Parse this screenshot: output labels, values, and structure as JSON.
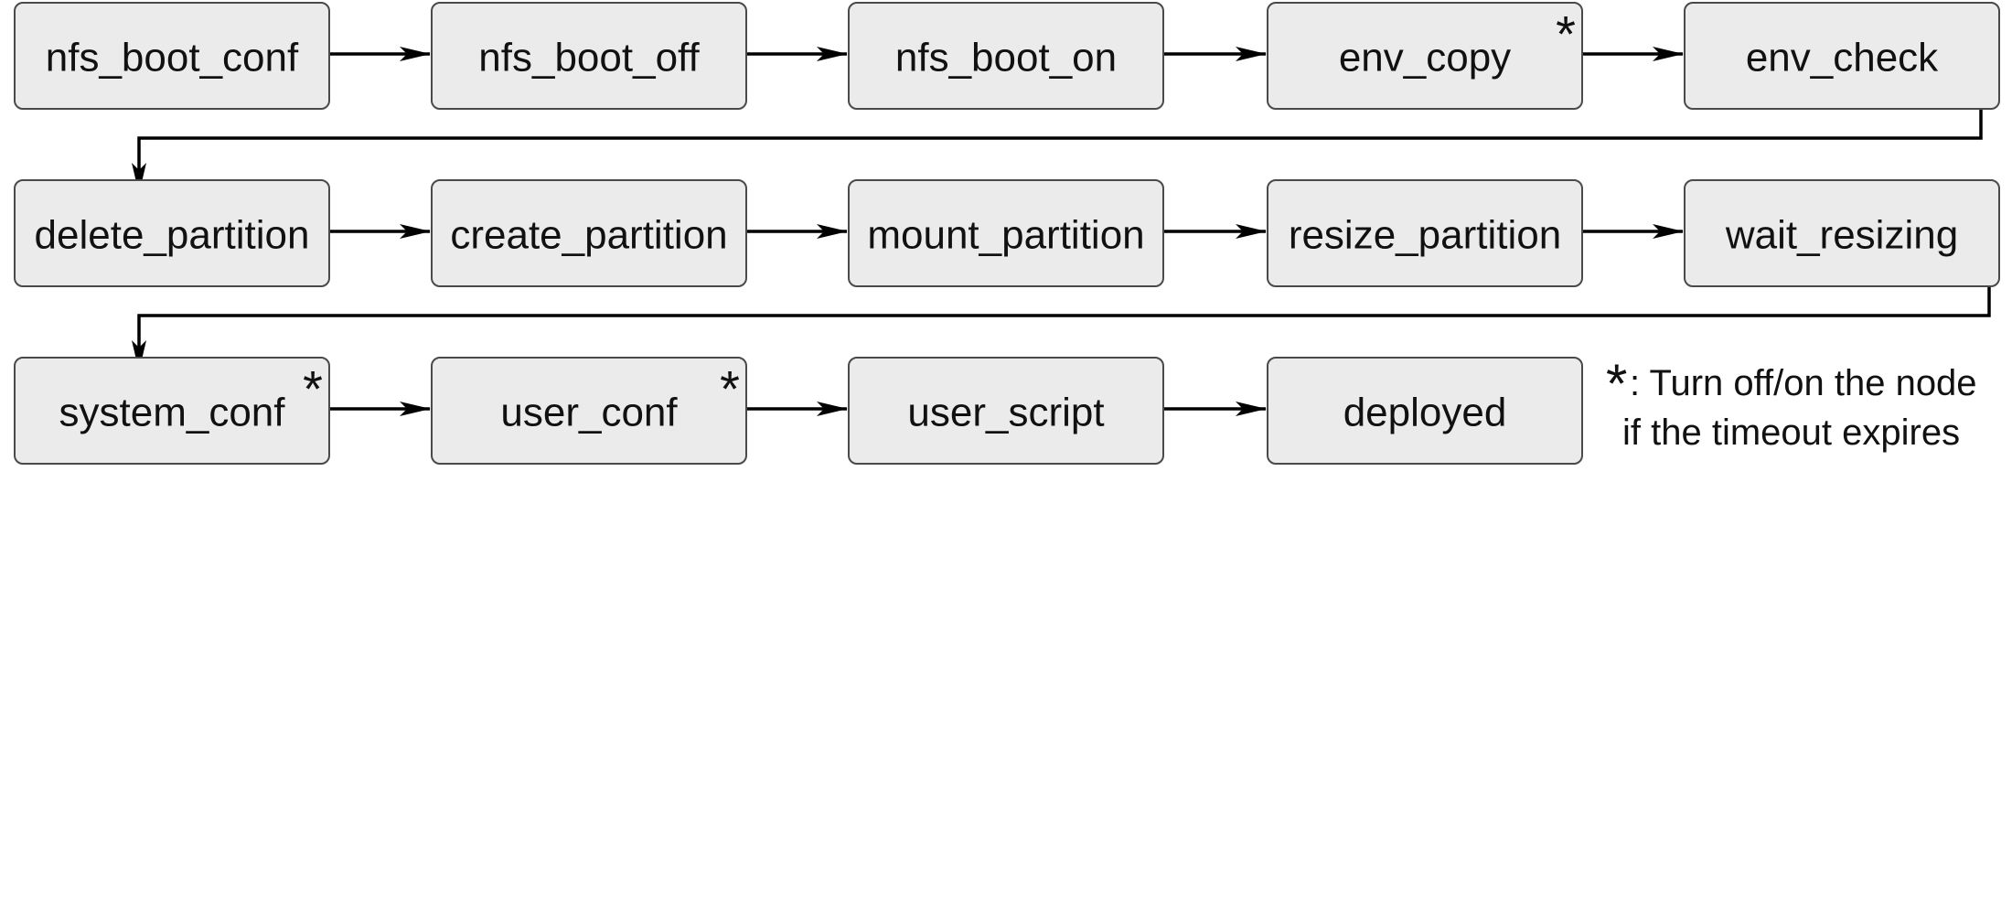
{
  "nodes": [
    {
      "id": "nfs_boot_conf",
      "label": "nfs_boot_conf",
      "star": false
    },
    {
      "id": "nfs_boot_off",
      "label": "nfs_boot_off",
      "star": false
    },
    {
      "id": "nfs_boot_on",
      "label": "nfs_boot_on",
      "star": false
    },
    {
      "id": "env_copy",
      "label": "env_copy",
      "star": true
    },
    {
      "id": "env_check",
      "label": "env_check",
      "star": false
    },
    {
      "id": "delete_partition",
      "label": "delete_partition",
      "star": false
    },
    {
      "id": "create_partition",
      "label": "create_partition",
      "star": false
    },
    {
      "id": "mount_partition",
      "label": "mount_partition",
      "star": false
    },
    {
      "id": "resize_partition",
      "label": "resize_partition",
      "star": false
    },
    {
      "id": "wait_resizing",
      "label": "wait_resizing",
      "star": false
    },
    {
      "id": "system_conf",
      "label": "system_conf",
      "star": true
    },
    {
      "id": "user_conf",
      "label": "user_conf",
      "star": true
    },
    {
      "id": "user_script",
      "label": "user_script",
      "star": false
    },
    {
      "id": "deployed",
      "label": "deployed",
      "star": false
    }
  ],
  "edges": [
    [
      "nfs_boot_conf",
      "nfs_boot_off"
    ],
    [
      "nfs_boot_off",
      "nfs_boot_on"
    ],
    [
      "nfs_boot_on",
      "env_copy"
    ],
    [
      "env_copy",
      "env_check"
    ],
    [
      "env_check",
      "delete_partition"
    ],
    [
      "delete_partition",
      "create_partition"
    ],
    [
      "create_partition",
      "mount_partition"
    ],
    [
      "mount_partition",
      "resize_partition"
    ],
    [
      "resize_partition",
      "wait_resizing"
    ],
    [
      "wait_resizing",
      "system_conf"
    ],
    [
      "system_conf",
      "user_conf"
    ],
    [
      "user_conf",
      "user_script"
    ],
    [
      "user_script",
      "deployed"
    ]
  ],
  "note": {
    "symbol": "*",
    "line1": ": Turn off/on the node",
    "line2": "if the timeout expires"
  }
}
